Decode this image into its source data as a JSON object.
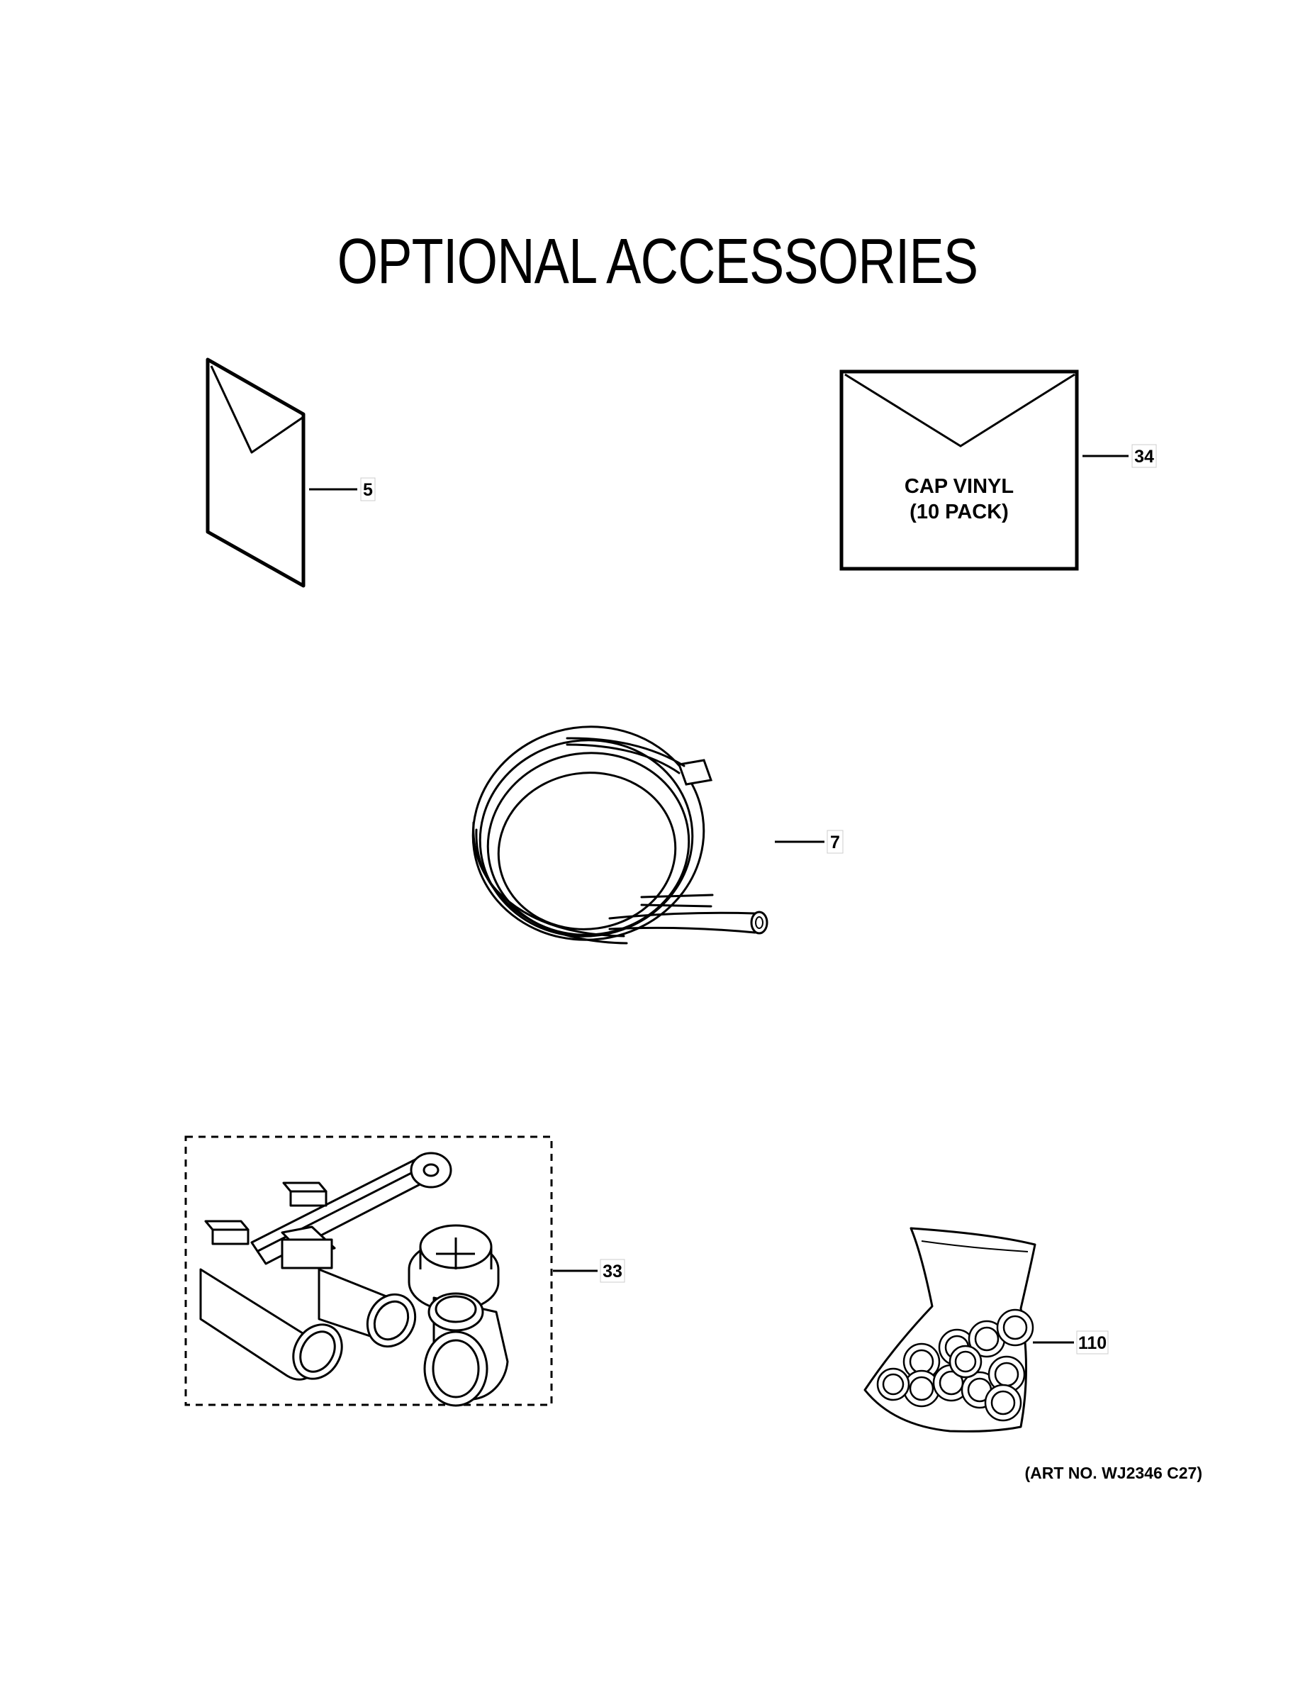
{
  "title": "OPTIONAL ACCESSORIES",
  "callouts": {
    "manual": "5",
    "cap_vinyl": "34",
    "hose": "7",
    "drain_kit": "33",
    "screw_bag": "110"
  },
  "cap_vinyl_label": {
    "line1": "CAP VINYL",
    "line2": "(10 PACK)"
  },
  "art_number": "(ART NO. WJ2346 C27)"
}
